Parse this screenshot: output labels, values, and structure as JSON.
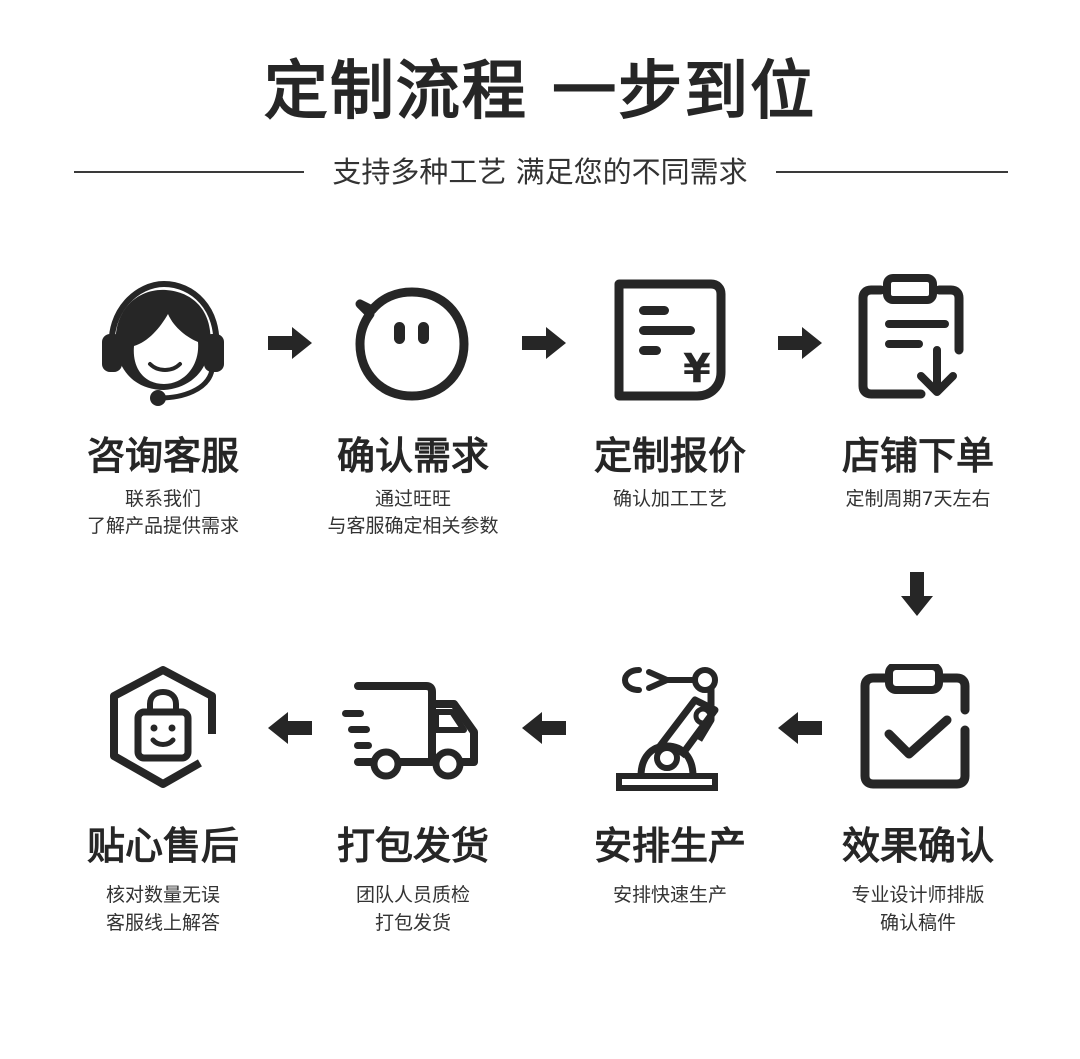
{
  "header": {
    "title": "定制流程 一步到位",
    "subtitle": "支持多种工艺 满足您的不同需求"
  },
  "steps": [
    {
      "title": "咨询客服",
      "desc_line1": "联系我们",
      "desc_line2": "了解产品提供需求",
      "icon": "customer-service-headset-icon"
    },
    {
      "title": "确认需求",
      "desc_line1": "通过旺旺",
      "desc_line2": "与客服确定相关参数",
      "icon": "chat-face-icon"
    },
    {
      "title": "定制报价",
      "desc_line1": "确认加工工艺",
      "desc_line2": "",
      "icon": "quote-document-yen-icon"
    },
    {
      "title": "店铺下单",
      "desc_line1": "定制周期7天左右",
      "desc_line2": "",
      "icon": "clipboard-download-icon"
    },
    {
      "title": "效果确认",
      "desc_line1": "专业设计师排版",
      "desc_line2": "确认稿件",
      "icon": "clipboard-check-icon"
    },
    {
      "title": "安排生产",
      "desc_line1": "安排快速生产",
      "desc_line2": "",
      "icon": "robot-arm-icon"
    },
    {
      "title": "打包发货",
      "desc_line1": "团队人员质检",
      "desc_line2": "打包发货",
      "icon": "delivery-truck-icon"
    },
    {
      "title": "贴心售后",
      "desc_line1": "核对数量无误",
      "desc_line2": "客服线上解答",
      "icon": "shopping-bag-hexagon-icon"
    }
  ],
  "colors": {
    "icon": "#262626",
    "text": "#2b2b2b"
  }
}
